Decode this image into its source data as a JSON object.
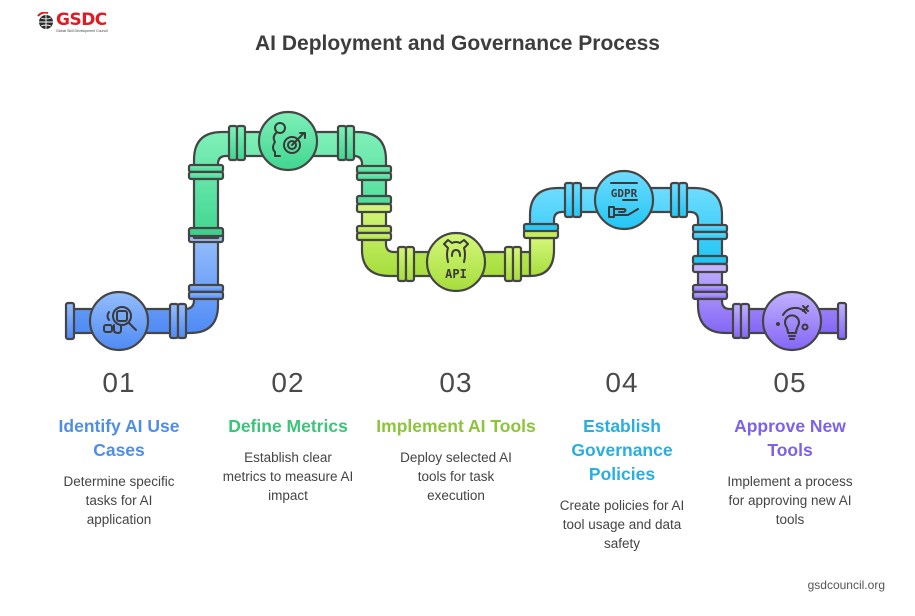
{
  "logo": {
    "brand": "GSDC",
    "tagline": "Global Skill Development Council",
    "brand_color": "#e01b22"
  },
  "title": "AI Deployment and Governance Process",
  "steps": [
    {
      "number": "01",
      "heading": "Identify AI Use Cases",
      "description": "Determine specific tasks for AI application",
      "color": "#4f8ee6",
      "icon": "search-magnifier-icon"
    },
    {
      "number": "02",
      "heading": "Define Metrics",
      "description": "Establish clear metrics to measure AI impact",
      "color": "#3cc47a",
      "icon": "person-target-icon"
    },
    {
      "number": "03",
      "heading": "Implement AI Tools",
      "description": "Deploy selected AI tools for task execution",
      "color": "#8cc43a",
      "icon": "gear-api-icon"
    },
    {
      "number": "04",
      "heading": "Establish Governance Policies",
      "description": "Create policies for AI tool usage and data safety",
      "color": "#29aee0",
      "icon": "gdpr-hand-icon"
    },
    {
      "number": "05",
      "heading": "Approve New Tools",
      "description": "Implement a process for approving new AI tools",
      "color": "#7b62e8",
      "icon": "lightbulb-idea-icon"
    }
  ],
  "icons": {
    "api_label": "API",
    "gdpr_label": "GDPR"
  },
  "footer": "gsdcouncil.org"
}
